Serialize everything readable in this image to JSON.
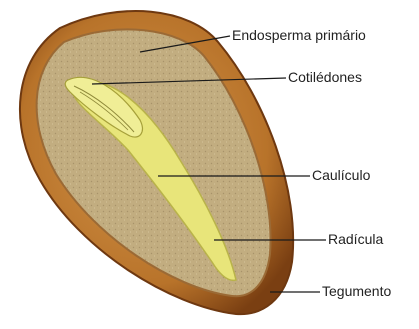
{
  "labels": {
    "endosperm": "Endosperma primário",
    "cotyledons": "Cotilédones",
    "caulicle": "Caulículo",
    "radicle": "Radícula",
    "seed_coat": "Tegumento"
  },
  "colors": {
    "seed_coat_outer": "#b8732a",
    "seed_coat_dark": "#8a4a18",
    "endosperm": "#c2ad80",
    "embryo": "#e8e57a",
    "leader_line": "#1a1a1a",
    "text": "#222222"
  }
}
